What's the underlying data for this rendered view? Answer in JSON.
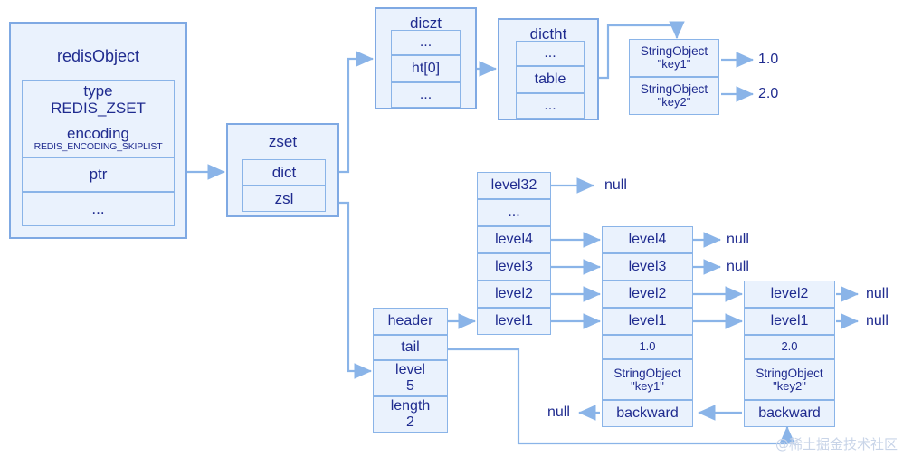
{
  "diagram": {
    "title_watermark": "@稀土掘金技术社区",
    "redis_object": {
      "title": "redisObject",
      "rows": [
        {
          "label": "type",
          "value": "REDIS_ZSET"
        },
        {
          "label": "encoding",
          "value": "REDIS_ENCODING_SKIPLIST"
        },
        {
          "label": "ptr",
          "value": ""
        },
        {
          "label": "...",
          "value": ""
        }
      ]
    },
    "zset": {
      "title": "zset",
      "rows": [
        {
          "label": "dict"
        },
        {
          "label": "zsl"
        }
      ]
    },
    "dict": {
      "title": "diczt",
      "rows": [
        {
          "label": "..."
        },
        {
          "label": "ht[0]"
        },
        {
          "label": "..."
        }
      ]
    },
    "dictht": {
      "title": "dictht",
      "rows": [
        {
          "label": "..."
        },
        {
          "label": "table"
        },
        {
          "label": "..."
        }
      ]
    },
    "hash_entries": [
      {
        "type": "StringObject",
        "key": "\"key1\"",
        "score": "1.0"
      },
      {
        "type": "StringObject",
        "key": "\"key2\"",
        "score": "2.0"
      }
    ],
    "zskiplist": {
      "rows": [
        {
          "label": "header",
          "value": ""
        },
        {
          "label": "tail",
          "value": ""
        },
        {
          "label": "level",
          "value": "5"
        },
        {
          "label": "length",
          "value": "2"
        }
      ]
    },
    "skiplist_header": {
      "levels": [
        "level32",
        "...",
        "level4",
        "level3",
        "level2",
        "level1"
      ]
    },
    "skiplist_node1": {
      "levels": [
        "level4",
        "level3",
        "level2",
        "level1"
      ],
      "score": "1.0",
      "obj_type": "StringObject",
      "obj_key": "\"key1\"",
      "backward": "backward"
    },
    "skiplist_node2": {
      "levels": [
        "level2",
        "level1"
      ],
      "score": "2.0",
      "obj_type": "StringObject",
      "obj_key": "\"key2\"",
      "backward": "backward"
    },
    "null_labels": {
      "header_level32": "null",
      "node1_level4": "null",
      "node1_level3": "null",
      "node2_level2": "null",
      "node2_level1": "null",
      "node1_backward": "null"
    },
    "colors": {
      "stroke": "#8ab4e8",
      "fill": "#eaf2fd",
      "text": "#1f2b8f",
      "watermark": "#c8d4e8"
    }
  }
}
